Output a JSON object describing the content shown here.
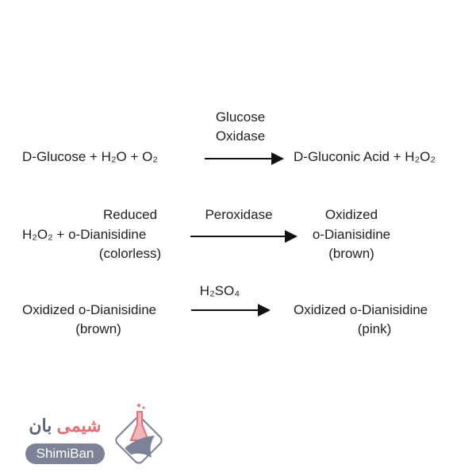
{
  "reactions": [
    {
      "reactants": [
        "D-Glucose + H₂O + O₂"
      ],
      "catalyst": [
        "Glucose",
        "Oxidase"
      ],
      "products": [
        "D-Gluconic Acid + H₂O₂"
      ]
    },
    {
      "reactants": [
        "Reduced",
        "H₂O₂ + o-Dianisidine",
        "(colorless)"
      ],
      "catalyst": [
        "Peroxidase"
      ],
      "products": [
        "Oxidized",
        "o-Dianisidine",
        "(brown)"
      ]
    },
    {
      "reactants": [
        "Oxidized o-Dianisidine",
        "(brown)"
      ],
      "catalyst": [
        "H₂SO₄"
      ],
      "products": [
        "Oxidized o-Dianisidine",
        "(pink)"
      ]
    }
  ],
  "logo": {
    "persian": "شیمی بان",
    "persian_a": "بان",
    "persian_b": "شیمی",
    "latin": "ShimiBan"
  }
}
